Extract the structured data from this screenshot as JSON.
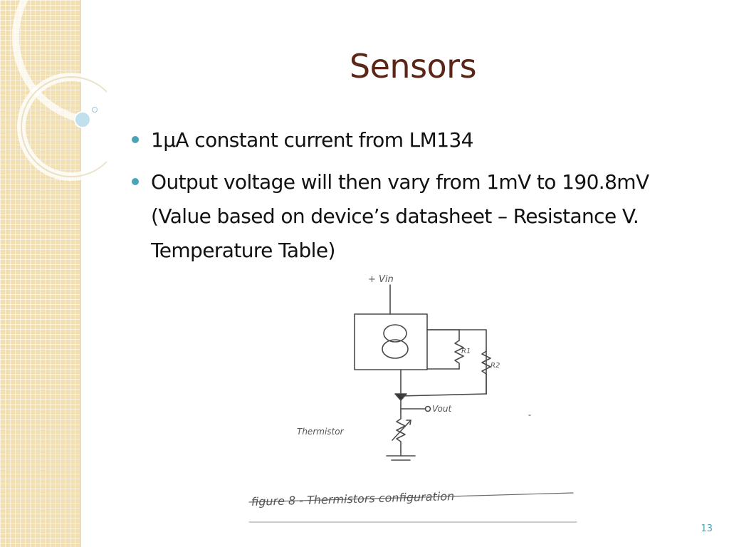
{
  "slide": {
    "title": "Sensors",
    "bullets": [
      "1µA constant current from LM134",
      "Output voltage will then vary from 1mV to 190.8mV (Value based on device’s datasheet – Resistance V. Temperature Table)"
    ],
    "page_number": "13"
  },
  "figure": {
    "labels": {
      "vin": "+  Vin",
      "r1": "R1",
      "r2": "R2",
      "vout": "Vout",
      "thermistor": "Thermistor",
      "caption": "figure 8 - Thermistors configuration"
    }
  },
  "colors": {
    "title": "#5b2517",
    "bullet": "#4aa3b8",
    "band": "#f1e0b4",
    "page_number": "#4aa3b8"
  }
}
